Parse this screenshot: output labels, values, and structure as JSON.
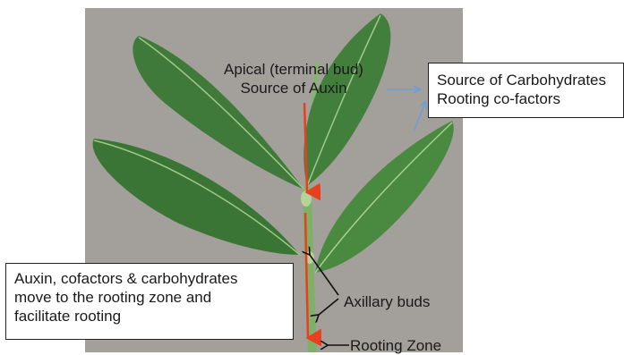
{
  "labels": {
    "apical_line1": "Apical (terminal bud)",
    "apical_line2": "Source of Auxin",
    "carb_line1": "Source of Carbohydrates",
    "carb_line2": "Rooting co-factors",
    "rooting_line1": "Auxin, cofactors & carbohydrates",
    "rooting_line2": "move to the rooting  zone and",
    "rooting_line3": "facilitate rooting",
    "axillary": "Axillary buds",
    "rooting_zone": "Rooting Zone"
  },
  "colors": {
    "background_photo": "#a39f9b",
    "leaf": "#3f7a3a",
    "leaf_light": "#5c9a4e",
    "stem": "#7fb06a",
    "red_arrow": "#e8401f",
    "blue_arrow": "#6a9fd8",
    "black_arrow": "#111111"
  }
}
